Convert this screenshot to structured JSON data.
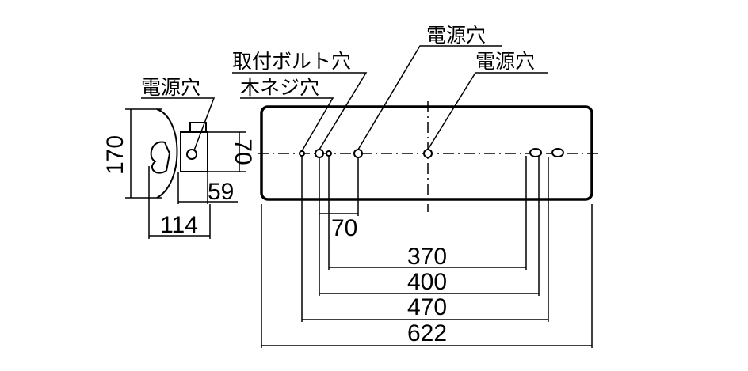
{
  "labels": {
    "power_hole_side": "電源穴",
    "mount_bolt_hole": "取付ボルト穴",
    "wood_screw_hole": "木ネジ穴",
    "power_hole_1": "電源穴",
    "power_hole_2": "電源穴"
  },
  "dimensions": {
    "side_height": "170",
    "side_box": "70",
    "side_depth_inner": "59",
    "side_width": "114",
    "offset": "70",
    "span_370": "370",
    "span_400": "400",
    "span_470": "470",
    "total_length": "622"
  }
}
